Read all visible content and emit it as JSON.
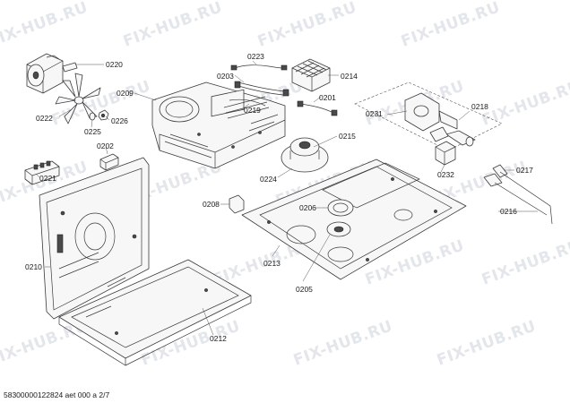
{
  "watermark": {
    "text": "FIX-HUB.RU"
  },
  "footer": {
    "text": "58300000122824 aet 000 a 2/7"
  },
  "labels": {
    "p0220": "0220",
    "p0222": "0222",
    "p0226": "0226",
    "p0225": "0225",
    "p0209": "0209",
    "p0203": "0203",
    "p0223": "0223",
    "p0214": "0214",
    "p0201": "0201",
    "p0219": "0219",
    "p0231": "0231",
    "p0218": "0218",
    "p0202": "0202",
    "p0221": "0221",
    "p0215": "0215",
    "p0224": "0224",
    "p0232": "0232",
    "p0217": "0217",
    "p0208": "0208",
    "p0206": "0206",
    "p0216": "0216",
    "p0210": "0210",
    "p0213": "0213",
    "p0205": "0205",
    "p0212": "0212"
  },
  "colors": {
    "outline": "#3a3a3a",
    "fill": "#f7f7f7",
    "watermark": "#e3e6ea"
  }
}
